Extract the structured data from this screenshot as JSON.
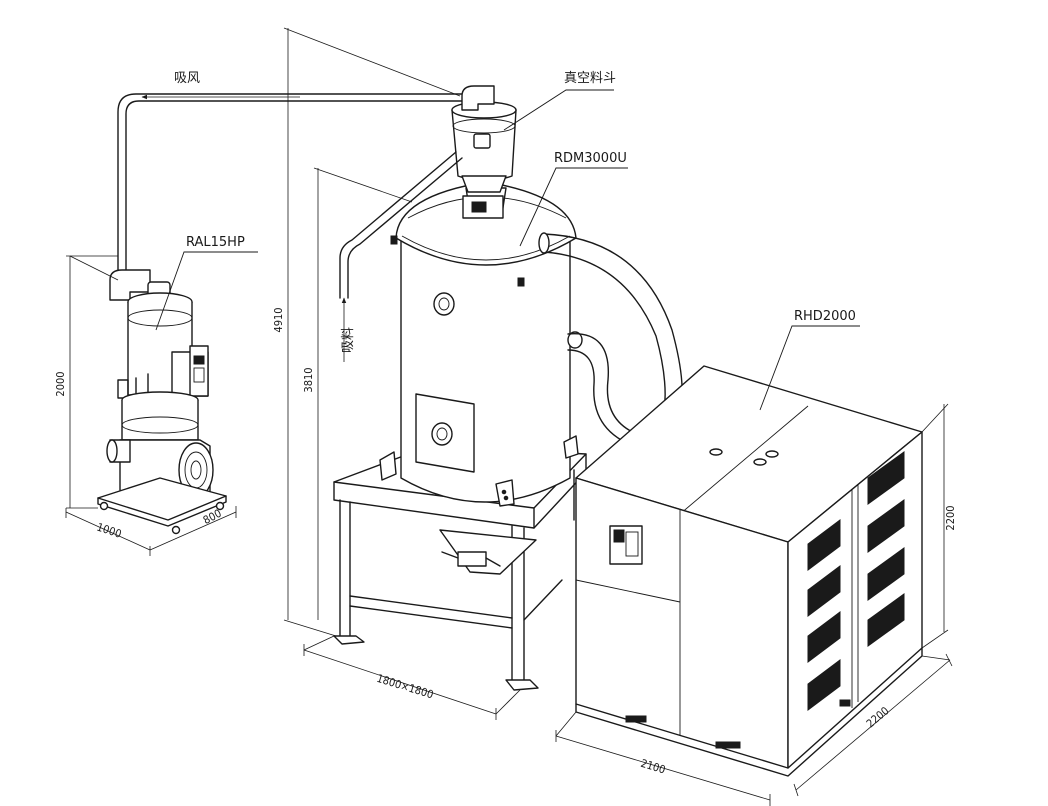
{
  "labels": {
    "suction_air": "吸风",
    "vacuum_hopper": "真空料斗",
    "dryer_model": "RDM3000U",
    "loader_model": "RAL15HP",
    "dehumidifier_model": "RHD2000",
    "material_suction": "吸料"
  },
  "dimensions": {
    "loader_height": "2000",
    "loader_width": "1000",
    "loader_depth": "800",
    "total_height": "4910",
    "dryer_height": "3810",
    "dryer_footprint": "1800×1800",
    "unit_height": "2200",
    "unit_width": "2100",
    "unit_depth": "2200"
  }
}
